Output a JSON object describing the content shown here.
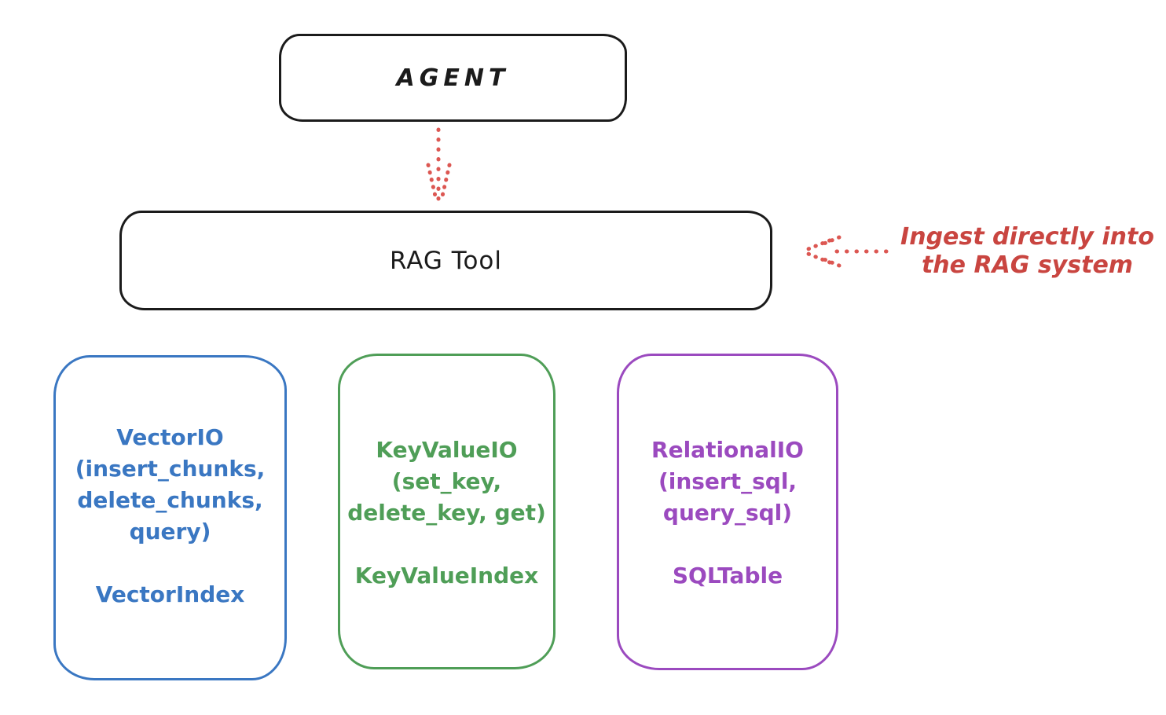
{
  "canvas": {
    "background": "#ffffff",
    "ink_color": "#1b1b1b"
  },
  "agent_box": {
    "label": "AGENT"
  },
  "rag_tool_box": {
    "label": "RAG Tool"
  },
  "annotation": {
    "line1": "Ingest directly into",
    "line2": "the RAG system",
    "color": "#c94540"
  },
  "arrows": {
    "color": "#dc5752",
    "down_arrow_icon": "dotted-down-arrow",
    "left_arrow_icon": "dotted-left-arrow"
  },
  "backends": [
    {
      "id": "vector-io",
      "color": "#3a77c2",
      "title_lines": [
        "VectorIO",
        "(insert_chunks,",
        "delete_chunks,",
        "query)"
      ],
      "index_label": "VectorIndex"
    },
    {
      "id": "keyvalue-io",
      "color": "#4f9e57",
      "title_lines": [
        "KeyValueIO",
        "(set_key,",
        "delete_key, get)"
      ],
      "index_label": "KeyValueIndex"
    },
    {
      "id": "relational-io",
      "color": "#9b4abf",
      "title_lines": [
        "RelationalIO",
        "(insert_sql,",
        "query_sql)"
      ],
      "index_label": "SQLTable"
    }
  ]
}
